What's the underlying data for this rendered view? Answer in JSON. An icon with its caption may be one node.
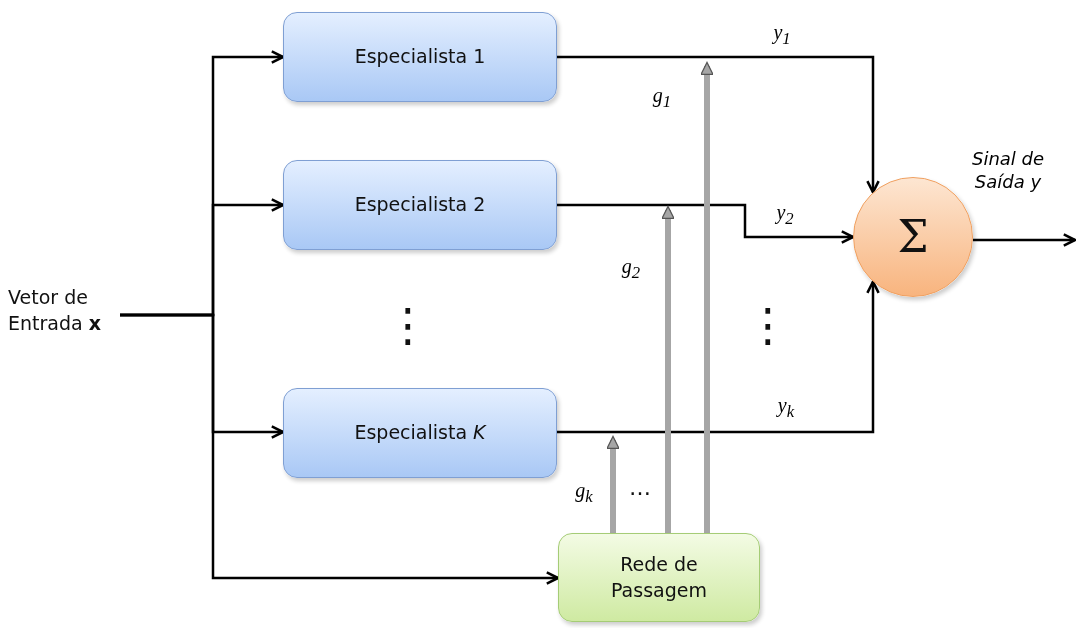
{
  "diagram": {
    "nodes": [
      {
        "text": [
          "Vetor de Entrada **x**"
        ]
      },
      {
        "text": [
          "Especialista 1"
        ]
      },
      {
        "text": [
          "Especialista 2"
        ]
      },
      {
        "text": [
          "Especialista *K*"
        ]
      },
      {
        "text": [
          "Rede de Passagem"
        ]
      },
      {
        "text": [
          "Σ"
        ]
      }
    ],
    "edges": [
      {
        "from": 0,
        "to": 1,
        "arrow": "to"
      },
      {
        "from": 0,
        "to": 2,
        "arrow": "to"
      },
      {
        "from": 0,
        "to": 3,
        "arrow": "to"
      },
      {
        "from": 0,
        "to": 4,
        "arrow": "to"
      },
      {
        "from": 1,
        "to": 5,
        "arrow": "to",
        "label": "y$_{1}$"
      },
      {
        "from": 2,
        "to": 5,
        "arrow": "to",
        "label": "y$_{2}$"
      },
      {
        "from": 3,
        "to": 5,
        "arrow": "to",
        "label": "y$_{k}$"
      },
      {
        "from": 5,
        "to": null,
        "arrow": "to",
        "label": "Sinal de Saída y"
      },
      {
        "from": 4,
        "to": null,
        "arrow": "to",
        "label": "g$_{1}$",
        "style": "thick",
        "color": "#a6a6a6"
      },
      {
        "from": 4,
        "to": null,
        "arrow": "to",
        "label": "g$_{2}$",
        "style": "thick",
        "color": "#a6a6a6"
      },
      {
        "from": 4,
        "to": null,
        "arrow": "to",
        "label": "g$_{k}$",
        "style": "thick",
        "color": "#a6a6a6"
      }
    ],
    "labels": [
      "⋮",
      "…",
      "⋮"
    ]
  }
}
